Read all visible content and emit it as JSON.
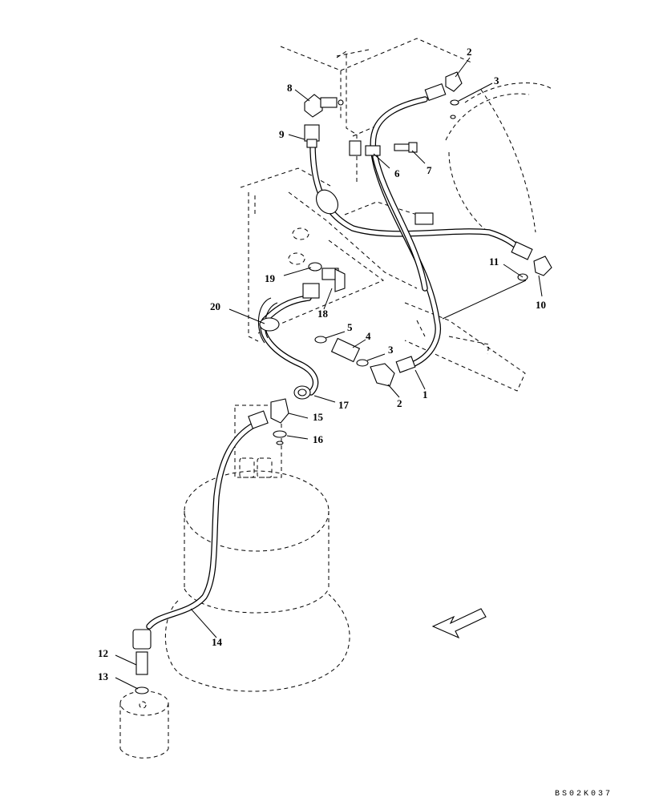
{
  "diagram": {
    "callouts": [
      {
        "id": "c1",
        "text": "1"
      },
      {
        "id": "c2a",
        "text": "2"
      },
      {
        "id": "c2b",
        "text": "2"
      },
      {
        "id": "c3a",
        "text": "3"
      },
      {
        "id": "c3b",
        "text": "3"
      },
      {
        "id": "c4",
        "text": "4"
      },
      {
        "id": "c5",
        "text": "5"
      },
      {
        "id": "c6",
        "text": "6"
      },
      {
        "id": "c7",
        "text": "7"
      },
      {
        "id": "c8",
        "text": "8"
      },
      {
        "id": "c9",
        "text": "9"
      },
      {
        "id": "c10",
        "text": "10"
      },
      {
        "id": "c11",
        "text": "11"
      },
      {
        "id": "c12",
        "text": "12"
      },
      {
        "id": "c13",
        "text": "13"
      },
      {
        "id": "c14",
        "text": "14"
      },
      {
        "id": "c15",
        "text": "15"
      },
      {
        "id": "c16",
        "text": "16"
      },
      {
        "id": "c17",
        "text": "17"
      },
      {
        "id": "c18",
        "text": "18"
      },
      {
        "id": "c19",
        "text": "19"
      },
      {
        "id": "c20",
        "text": "20"
      }
    ],
    "drawing_code": "BS02K037",
    "direction_arrow_icon": "front-direction-arrow-icon"
  }
}
